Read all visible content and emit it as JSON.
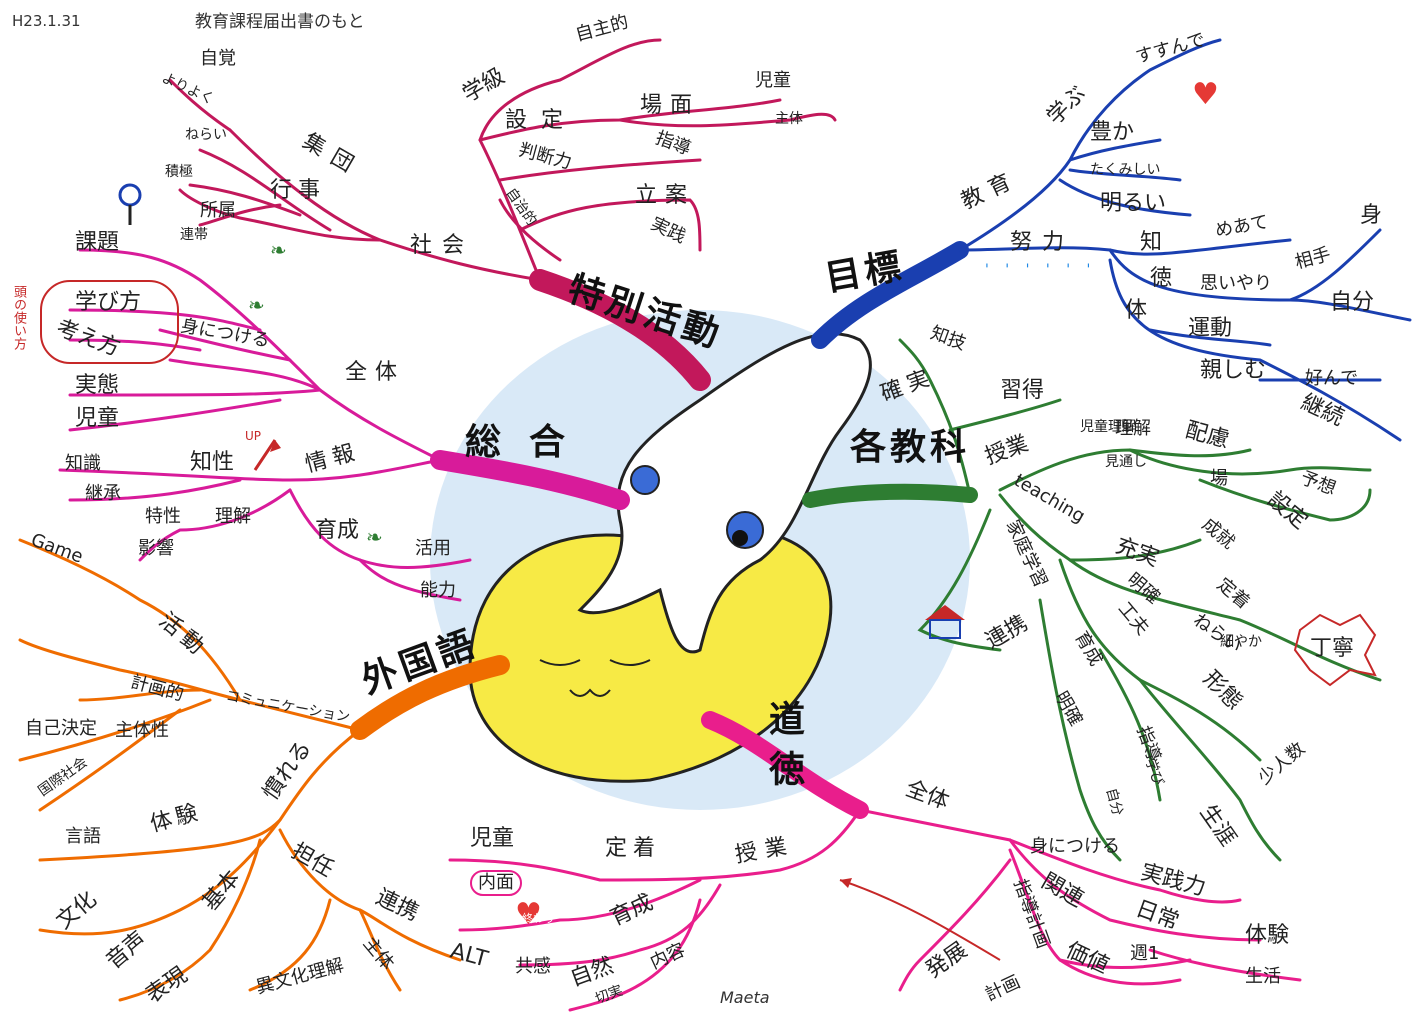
{
  "header": {
    "date": "H23.1.31",
    "title": "教育課程届出書のもと"
  },
  "signature": "Maeta",
  "side_note": "頭の使い方",
  "center": {
    "name": "central-illustration"
  },
  "branches": {
    "tokubetsu": {
      "main": "特別活動",
      "color": "#c2185b",
      "items": [
        "社会",
        "集団",
        "行事",
        "自覚",
        "よりよく",
        "ねらい",
        "積極",
        "所属",
        "連帯",
        "学級",
        "設定",
        "場面",
        "児童",
        "主体",
        "指導",
        "自主的",
        "判断力",
        "自治的",
        "立案",
        "実践"
      ]
    },
    "mokuhyo": {
      "main": "目標",
      "color": "#1a3fb0",
      "items": [
        "教育",
        "学ぶ",
        "すすんで",
        "豊か",
        "たくみしい",
        "明るい",
        "努力",
        "めあて",
        "知",
        "徳",
        "体",
        "思いやり",
        "相手",
        "身",
        "自分",
        "運動",
        "親しむ",
        "好んで",
        "継続"
      ]
    },
    "sogo": {
      "main": "総合",
      "color": "#d81b9a",
      "items": [
        "課題",
        "学び方",
        "考え方",
        "身につける",
        "全体",
        "実態",
        "児童",
        "情報",
        "知性",
        "知識",
        "継承",
        "特性",
        "理解",
        "影響",
        "育成",
        "活用",
        "能力"
      ]
    },
    "kakukyoka": {
      "main": "各教科",
      "color": "#2e7d32",
      "items": [
        "知技",
        "確実",
        "習得",
        "授業",
        "理解",
        "配慮",
        "児童理解",
        "見通し",
        "場",
        "設定",
        "予想",
        "teaching",
        "家庭学習",
        "充実",
        "成就",
        "定着",
        "連携",
        "明確",
        "工夫",
        "ねらい",
        "細やか",
        "丁寧",
        "育成",
        "形態",
        "明確",
        "指導",
        "少人数",
        "学び",
        "自分",
        "生涯"
      ]
    },
    "gaikokugo": {
      "main": "外国語",
      "color": "#ef6c00",
      "items": [
        "Game",
        "活動",
        "計画的",
        "コミュニケーション",
        "自己決定",
        "主体性",
        "国際社会",
        "慣れる",
        "言語",
        "体験",
        "文化",
        "基本",
        "音声",
        "表現",
        "担任",
        "連携",
        "主体",
        "ALT",
        "異文化理解"
      ]
    },
    "dotoku": {
      "main": "道徳",
      "color": "#e91e8c",
      "items": [
        "全体",
        "身につける",
        "実践力",
        "関連",
        "日常",
        "指導計画",
        "価値",
        "週1",
        "体験",
        "生活",
        "発展",
        "計画",
        "授業",
        "定着",
        "児童",
        "内面",
        "育成",
        "共感",
        "自然",
        "内容",
        "切実"
      ]
    }
  },
  "decorations": {
    "hearts": [
      "heart-top-right",
      "heart-dotoku"
    ],
    "heart_label": "終わり",
    "teinei": "丁寧",
    "up": "UP"
  }
}
